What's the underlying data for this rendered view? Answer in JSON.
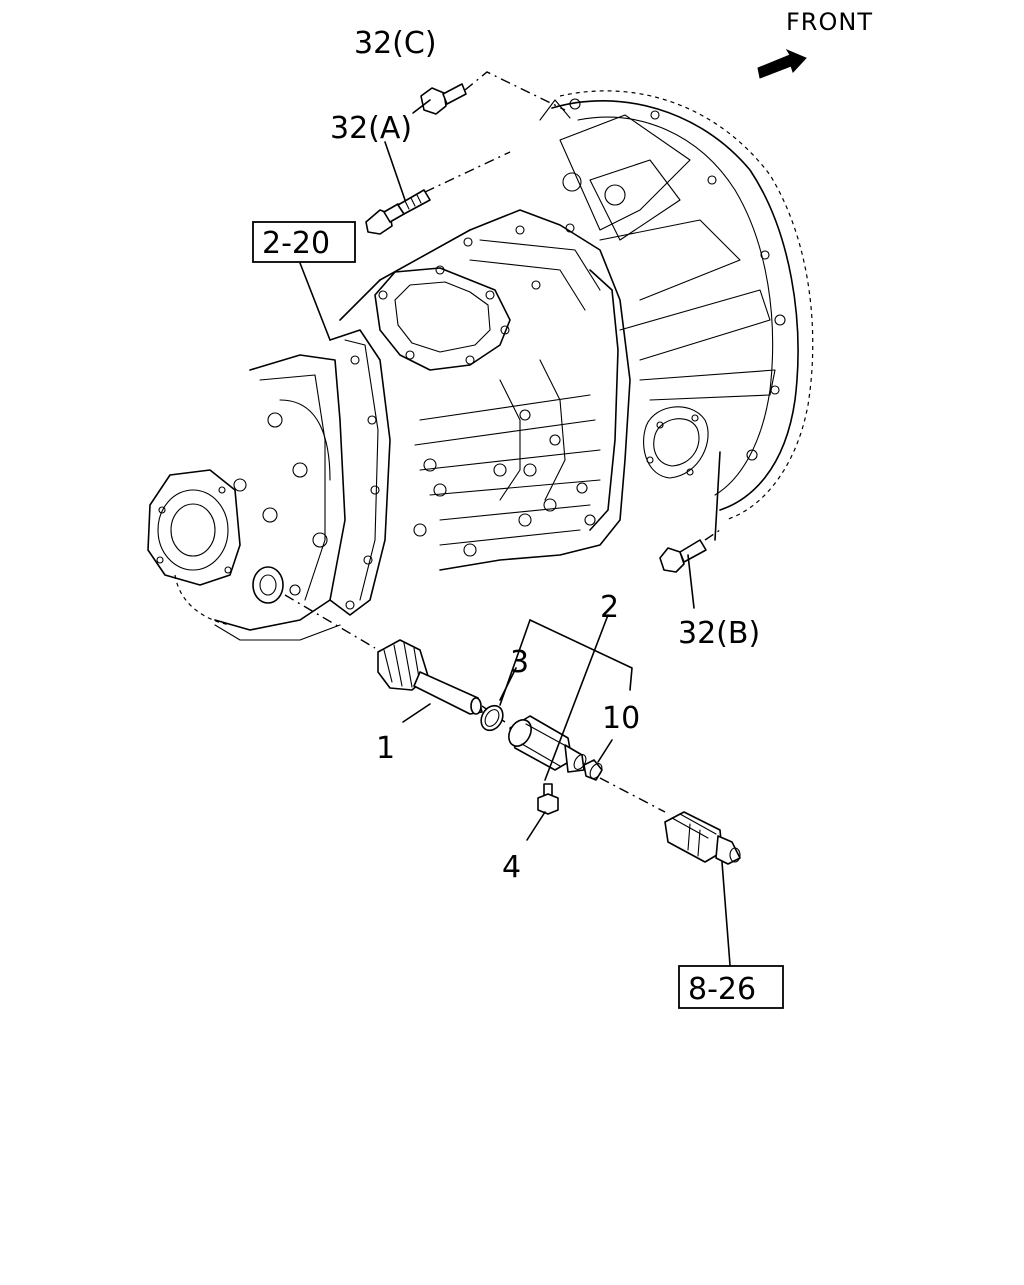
{
  "direction": {
    "label": "FRONT",
    "icon": "front-arrow-icon"
  },
  "callouts": {
    "c32c": "32(C)",
    "c32a": "32(A)",
    "c32b": "32(B)",
    "c1": "1",
    "c2": "2",
    "c3": "3",
    "c4": "4",
    "c10": "10"
  },
  "refs": {
    "r220": "2-20",
    "r826": "8-26"
  }
}
